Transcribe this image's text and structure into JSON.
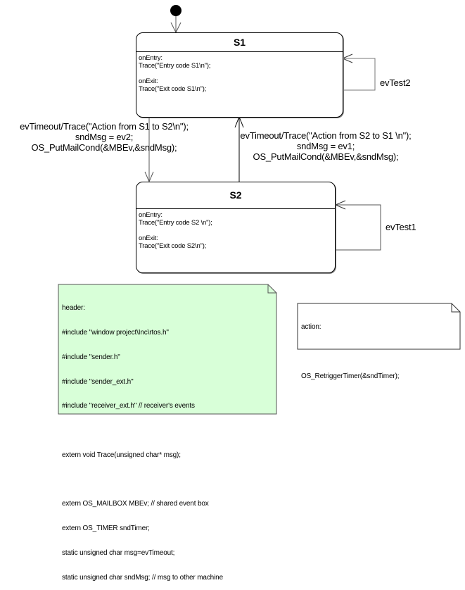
{
  "diagram": {
    "type": "UML state machine",
    "initial_state_marker": "filled-circle",
    "states": [
      {
        "name": "S1",
        "entry_label": "onEntry:",
        "entry_code": "Trace(\"Entry code S1\\n\");",
        "exit_label": "onExit:",
        "exit_code": "Trace(\"Exit code S1\\n\");"
      },
      {
        "name": "S2",
        "entry_label": "onEntry:",
        "entry_code": "Trace(\"Entry code S2 \\n\");",
        "exit_label": "onExit:",
        "exit_code": "Trace(\"Exit code S2\\n\");"
      }
    ],
    "transitions": [
      {
        "from": "S1",
        "to": "S2",
        "lines": [
          "evTimeout/Trace(\"Action from S1 to S2\\n\");",
          "sndMsg = ev2;",
          "OS_PutMailCond(&MBEv,&sndMsg);"
        ]
      },
      {
        "from": "S2",
        "to": "S1",
        "lines": [
          "evTimeout/Trace(\"Action from S2 to S1 \\n\");",
          "sndMsg = ev1;",
          "OS_PutMailCond(&MBEv,&sndMsg);"
        ]
      },
      {
        "from": "S1",
        "to": "S1",
        "label": "evTest2"
      },
      {
        "from": "S2",
        "to": "S2",
        "label": "evTest1"
      }
    ],
    "notes": [
      {
        "kind": "header",
        "color": "#d8ffd8",
        "lines": [
          "header:",
          "#include \"window project\\Inc\\rtos.h\"",
          "#include \"sender.h\"",
          "#include \"sender_ext.h\"",
          "#include \"receiver_ext.h\" // receiver's events",
          "",
          "extern void Trace(unsigned char* msg);",
          "",
          "extern OS_MAILBOX MBEv; // shared event box",
          "extern OS_TIMER sndTimer;",
          "static unsigned char msg=evTimeout;",
          "static unsigned char sndMsg; // msg to other machine"
        ]
      },
      {
        "kind": "action",
        "color": "#ffffff",
        "lines": [
          "action:",
          "",
          "OS_RetriggerTimer(&sndTimer);"
        ]
      }
    ]
  }
}
